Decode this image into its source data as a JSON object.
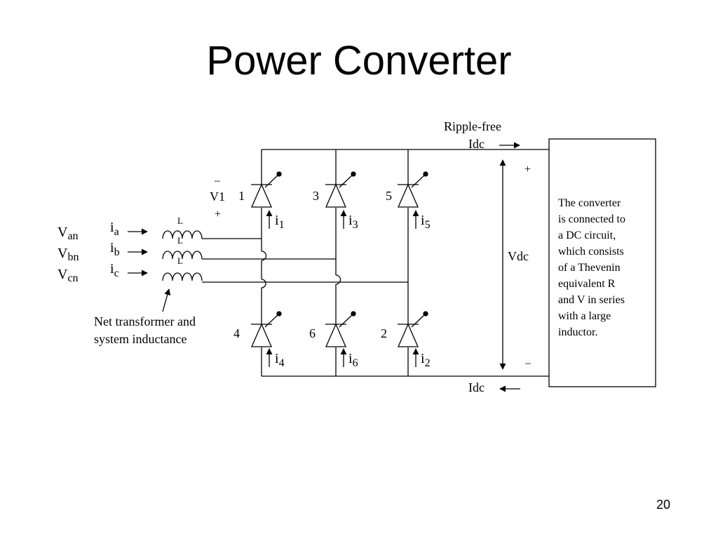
{
  "slide": {
    "title": "Power Converter",
    "page_number": "20"
  },
  "diagram": {
    "ripple_label_1": "Ripple-free",
    "idc_top": "Idc",
    "idc_bottom": "Idc",
    "plus": "+",
    "minus": "–",
    "vdc": "Vdc",
    "v1_minus": "–",
    "v1": "V1",
    "v1_plus": "+",
    "inductor_label": "L",
    "sources": [
      {
        "v": "V",
        "v_sub": "an",
        "i": "i",
        "i_sub": "a"
      },
      {
        "v": "V",
        "v_sub": "bn",
        "i": "i",
        "i_sub": "b"
      },
      {
        "v": "V",
        "v_sub": "cn",
        "i": "i",
        "i_sub": "c"
      }
    ],
    "thyristors": [
      {
        "num": "1",
        "i": "i",
        "sub": "1"
      },
      {
        "num": "3",
        "i": "i",
        "sub": "3"
      },
      {
        "num": "5",
        "i": "i",
        "sub": "5"
      },
      {
        "num": "4",
        "i": "i",
        "sub": "4"
      },
      {
        "num": "6",
        "i": "i",
        "sub": "6"
      },
      {
        "num": "2",
        "i": "i",
        "sub": "2"
      }
    ],
    "caption_lines": [
      "Net transformer and",
      "system inductance"
    ],
    "note_lines": [
      "The converter",
      "is connected to",
      "a DC circuit,",
      "which consists",
      "of a Thevenin",
      "equivalent R",
      "and V in series",
      "with a large",
      "inductor."
    ]
  }
}
